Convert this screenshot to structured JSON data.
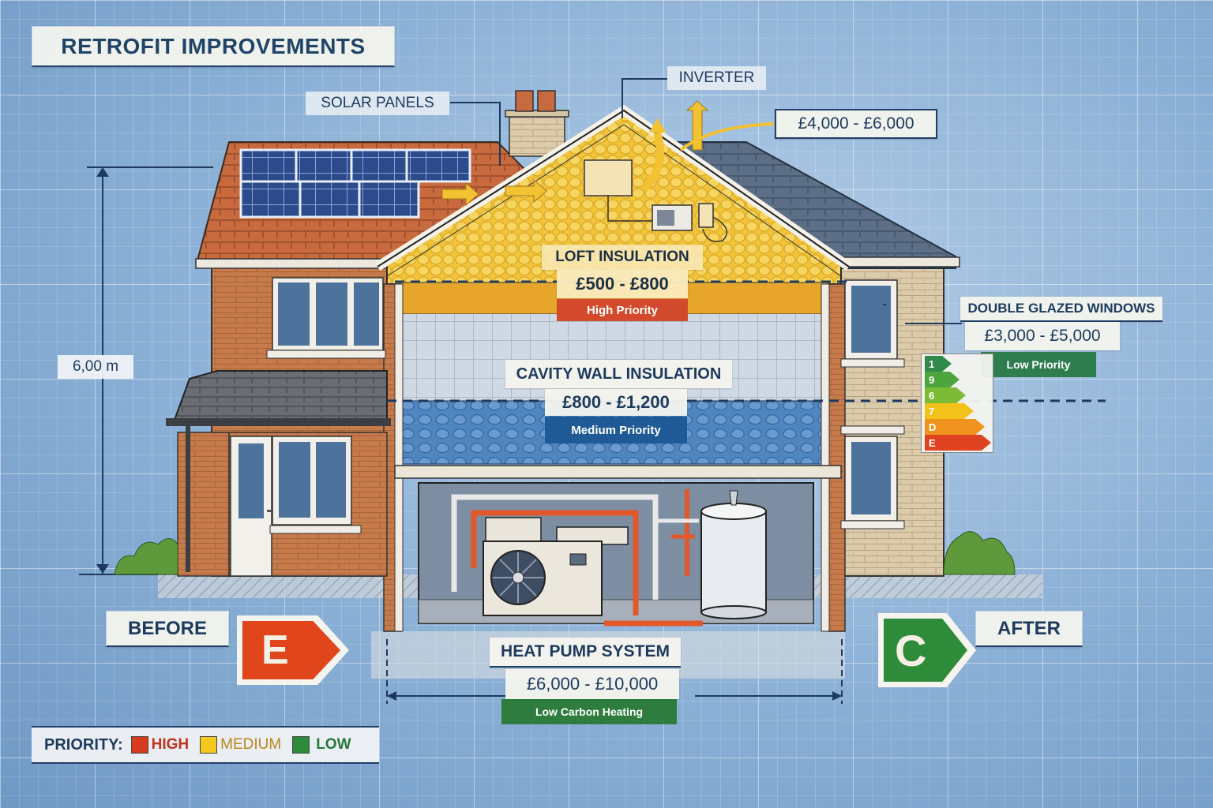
{
  "title": "RETROFIT IMPROVEMENTS",
  "dimension": {
    "height_label": "6,00 m"
  },
  "callouts": {
    "solar_panels": {
      "label": "SOLAR PANELS"
    },
    "inverter": {
      "label": "INVERTER",
      "cost": "£4,000 - £6,000"
    },
    "loft_insulation": {
      "label": "LOFT INSULATION",
      "cost": "£500 - £800",
      "priority": "High Priority",
      "color": "#d24a2b"
    },
    "cavity_wall_insulation": {
      "label": "CAVITY WALL INSULATION",
      "cost": "£800 - £1,200",
      "priority": "Medium Priority",
      "color": "#1f5a96"
    },
    "double_glazed_windows": {
      "label": "DOUBLE GLAZED WINDOWS",
      "cost": "£3,000 - £5,000",
      "priority": "Low Priority",
      "color": "#2e7d4f"
    },
    "heat_pump_system": {
      "label": "HEAT PUMP SYSTEM",
      "cost": "£6,000 - £10,000",
      "priority": "Low Carbon Heating",
      "color": "#2e7d3f"
    }
  },
  "epc_scale": {
    "bars": [
      {
        "label": "1",
        "color": "#2f8a4a"
      },
      {
        "label": "9",
        "color": "#4ea53d"
      },
      {
        "label": "6",
        "color": "#7cbb36"
      },
      {
        "label": "7",
        "color": "#f2c21b"
      },
      {
        "label": "D",
        "color": "#f0921e"
      },
      {
        "label": "E",
        "color": "#e0431f"
      }
    ]
  },
  "rating": {
    "before": {
      "label": "BEFORE",
      "grade": "E",
      "color": "#e0451c"
    },
    "after": {
      "label": "AFTER",
      "grade": "C",
      "color": "#2e8b3a"
    }
  },
  "legend": {
    "title": "PRIORITY:",
    "items": [
      {
        "label": "HIGH",
        "color": "#d83a1f",
        "text_color": "#c0341c"
      },
      {
        "label": "MEDIUM",
        "color": "#f4c81c",
        "text_color": "#b8861a"
      },
      {
        "label": "LOW",
        "color": "#2e8b3a",
        "text_color": "#26753a"
      }
    ]
  }
}
